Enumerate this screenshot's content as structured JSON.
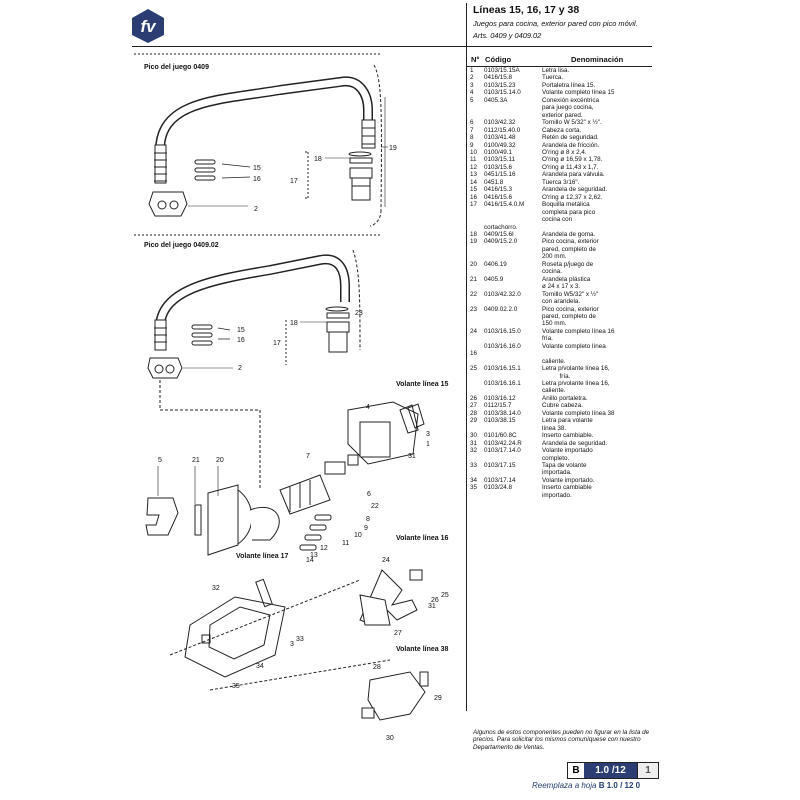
{
  "header": {
    "title": "Líneas 15, 16, 17 y 38",
    "subtitle": "Juegos para cocina, exterior pared con pico móvil.",
    "articles": "Arts. 0409 y 0409.02",
    "brand_color": "#2b3d73"
  },
  "table": {
    "col_num": "Nº",
    "col_code": "Código",
    "col_desc": "Denominación",
    "rows": [
      {
        "n": "1",
        "code": "0103/15.15A",
        "desc": "Letra lisa."
      },
      {
        "n": "2",
        "code": "0416/15.8",
        "desc": "Tuerca."
      },
      {
        "n": "3",
        "code": "0103/15.23",
        "desc": "Portaletra línea 15."
      },
      {
        "n": "4",
        "code": "0103/15.14.0",
        "desc": "Volante completo línea 15"
      },
      {
        "n": "5",
        "code": "0405.3A",
        "desc": "Conexión excéntrica"
      },
      {
        "n": "",
        "code": "",
        "desc": "para juego cocina,"
      },
      {
        "n": "",
        "code": "",
        "desc": "exterior pared."
      },
      {
        "n": "6",
        "code": "0103/42.32",
        "desc": "Tornillo W 5/32\" x ½\"."
      },
      {
        "n": "7",
        "code": "0112/15.40.0",
        "desc": "Cabeza corta."
      },
      {
        "n": "8",
        "code": "0103/41.48",
        "desc": "Retén de seguridad."
      },
      {
        "n": "9",
        "code": "0100/49.32",
        "desc": "Arandela de fricción."
      },
      {
        "n": "10",
        "code": "0100/49.1",
        "desc": "O'ring ø 8 x 2,4."
      },
      {
        "n": "11",
        "code": "0103/15.11",
        "desc": "O'ring ø 16,59 x 1,78."
      },
      {
        "n": "12",
        "code": "0103/15.6",
        "desc": "O'ring ø 11,43 x 1,7."
      },
      {
        "n": "13",
        "code": "0451/15.16",
        "desc": "Arandela para válvula."
      },
      {
        "n": "14",
        "code": "0451.8",
        "desc": "Tuerca 3/16\"."
      },
      {
        "n": "15",
        "code": "0416/15.3",
        "desc": "Arandela de seguridad."
      },
      {
        "n": "16",
        "code": "0416/15.6",
        "desc": "O'ring ø 12,37 x 2,62."
      },
      {
        "n": "17",
        "code": "0416/15.4.0.M",
        "desc": "Boquilla metálica"
      },
      {
        "n": "",
        "code": "",
        "desc": "completa para pico"
      },
      {
        "n": "",
        "code": "",
        "desc": "cocina con"
      },
      {
        "n": "",
        "code": "cortachorro.",
        "desc": ""
      },
      {
        "n": "18",
        "code": "0409/15.6I",
        "desc": "Arandela de goma."
      },
      {
        "n": "19",
        "code": "0409/15.2.0",
        "desc": "Pico cocina, exterior"
      },
      {
        "n": "",
        "code": "",
        "desc": "pared, completo de"
      },
      {
        "n": "",
        "code": "",
        "desc": "200 mm."
      },
      {
        "n": "20",
        "code": "0406.19",
        "desc": "Roseta p/juego de"
      },
      {
        "n": "",
        "code": "",
        "desc": "cocina."
      },
      {
        "n": "21",
        "code": "0405.9",
        "desc": "Arandela plástica"
      },
      {
        "n": "",
        "code": "",
        "desc": "ø 24 x 17 x 3."
      },
      {
        "n": "22",
        "code": "0103/42.32.0",
        "desc": "Tornillo W5/32\" x ½\""
      },
      {
        "n": "",
        "code": "",
        "desc": "con arandela."
      },
      {
        "n": "23",
        "code": "0409.02.2.0",
        "desc": "Pico cocina, exterior"
      },
      {
        "n": "",
        "code": "",
        "desc": "pared, completo de"
      },
      {
        "n": "",
        "code": "",
        "desc": "150 mm."
      },
      {
        "n": "24",
        "code": "0103/16.15.0",
        "desc": "Volante completo línea 16"
      },
      {
        "n": "",
        "code": "",
        "desc": "fría."
      },
      {
        "n": "",
        "code": "0103/16.16.0",
        "desc": "Volante completo línea"
      },
      {
        "n": "16",
        "code": "",
        "desc": ""
      },
      {
        "n": "",
        "code": "",
        "desc": "caliente."
      },
      {
        "n": "25",
        "code": "0103/16.15.1",
        "desc": "Letra p/volante línea 16,"
      },
      {
        "n": "",
        "code": "",
        "desc": "          fría."
      },
      {
        "n": "",
        "code": "0103/16.16.1",
        "desc": "Letra p/volante línea 16,"
      },
      {
        "n": "",
        "code": "",
        "desc": "caliente."
      },
      {
        "n": "26",
        "code": "0103/16.12",
        "desc": "Anillo portaletra."
      },
      {
        "n": "27",
        "code": "0112/15.7",
        "desc": "Cubre cabeza."
      },
      {
        "n": "28",
        "code": "0103/38.14.0",
        "desc": "Volante completo línea 38"
      },
      {
        "n": "29",
        "code": "0103/38.15",
        "desc": "Letra para volante"
      },
      {
        "n": "",
        "code": "",
        "desc": "línea 38."
      },
      {
        "n": "30",
        "code": "0101/60.8C",
        "desc": "Inserto cambiable."
      },
      {
        "n": "31",
        "code": "0103/42.24.R",
        "desc": "Arandela de seguridad."
      },
      {
        "n": "32",
        "code": "0103/17.14.0",
        "desc": "Volante importado"
      },
      {
        "n": "",
        "code": "",
        "desc": "completo."
      },
      {
        "n": "33",
        "code": "0103/17.15",
        "desc": "Tapa de volante"
      },
      {
        "n": "",
        "code": "",
        "desc": "importada."
      },
      {
        "n": "34",
        "code": "0103/17.14",
        "desc": "Volante importado."
      },
      {
        "n": "35",
        "code": "0103/24.8",
        "desc": "Inserto cambiable"
      },
      {
        "n": "",
        "code": "",
        "desc": "importado."
      }
    ]
  },
  "diagram": {
    "label_pico_0409": "Pico del juego 0409",
    "label_pico_040902": "Pico del juego 0409.02",
    "label_volante_15": "Volante línea 15",
    "label_volante_16": "Volante línea 16",
    "label_volante_17": "Volante línea 17",
    "label_volante_38": "Volante línea 38",
    "callouts_top": [
      "15",
      "16",
      "17",
      "18",
      "19",
      "2"
    ],
    "callouts_mid": [
      "15",
      "16",
      "17",
      "18",
      "23",
      "2"
    ],
    "callouts_low": [
      "5",
      "21",
      "20",
      "7",
      "4",
      "3",
      "1",
      "31",
      "6",
      "22",
      "8",
      "9",
      "10",
      "11",
      "12",
      "13",
      "14"
    ],
    "callouts_v17": [
      "32",
      "33",
      "3",
      "34",
      "35"
    ],
    "callouts_v16": [
      "24",
      "26",
      "25",
      "31",
      "27"
    ],
    "callouts_v38": [
      "28",
      "29",
      "30"
    ]
  },
  "footer": {
    "note": "Algunos de estos componentes pueden no figurar en la lista de precios. Para solicitar los mismos comuníquese con nuestro Departamento de Ventas.",
    "page_letter": "B",
    "page_number": "1.0 /12",
    "page_index": "1",
    "replaces_label": "Reemplaza a hoja",
    "replaces_value": "B  1.0 / 12  0"
  }
}
